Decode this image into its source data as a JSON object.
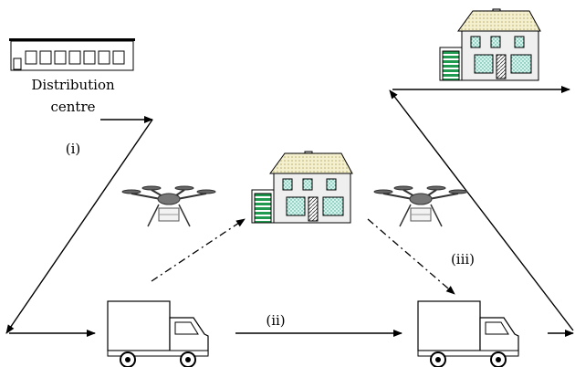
{
  "labels": {
    "distribution_line1": "Distribution",
    "distribution_line2": "centre",
    "route_i": "(i)",
    "route_ii": "(ii)",
    "route_iii": "(iii)"
  },
  "colors": {
    "line": "#000000",
    "roof": "#f3efcb",
    "window": "#c7efe6",
    "garage_green": "#1f9a4e",
    "house_wall": "#e8e8e8",
    "drone": "#555555"
  },
  "icons": {
    "depot": "warehouse-icon",
    "house": "house-icon",
    "truck": "delivery-truck-icon",
    "drone": "delivery-drone-icon"
  }
}
